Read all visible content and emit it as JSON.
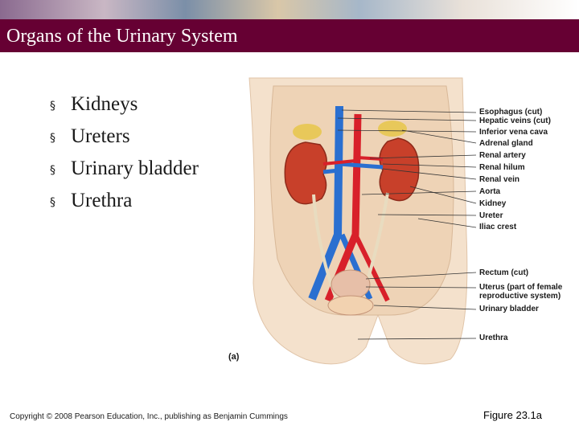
{
  "slide": {
    "title": "Organs of the Urinary System",
    "bullet_glyph": "§",
    "bullets": [
      "Kidneys",
      "Ureters",
      "Urinary bladder",
      "Urethra"
    ]
  },
  "figure": {
    "panel": "(a)",
    "labels": [
      "Esophagus (cut)",
      "Hepatic veins (cut)",
      "Inferior vena cava",
      "Adrenal gland",
      "Renal artery",
      "Renal hilum",
      "Renal vein",
      "Aorta",
      "Kidney",
      "Ureter",
      "Iliac crest",
      "Rectum (cut)",
      "Uterus (part of female reproductive system)",
      "Urinary bladder",
      "Urethra"
    ],
    "colors": {
      "artery": "#d8202a",
      "vein": "#2a6fd0",
      "kidney": "#c8402a",
      "ureter": "#e8dcc0",
      "tissue": "#f2dcc4"
    }
  },
  "footer": {
    "copyright": "Copyright © 2008 Pearson Education, Inc., publishing as Benjamin Cummings",
    "figure_ref": "Figure 23.1a"
  }
}
